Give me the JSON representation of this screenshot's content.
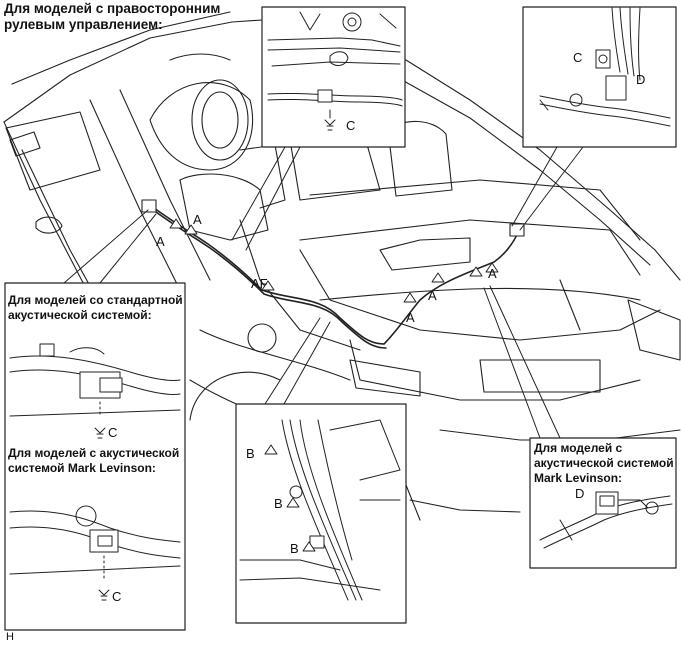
{
  "title_line1": "Для моделей с правосторонним",
  "title_line2": "рулевым управлением:",
  "standard_line1": "Для моделей со стандартной",
  "standard_line2": "акустической системой:",
  "levinson_left_line1": "Для моделей с акустической",
  "levinson_left_line2": "системой Mark Levinson:",
  "levinson_right_line1": "Для моделей с",
  "levinson_right_line2": "акустической системой",
  "levinson_right_line3": "Mark Levinson:",
  "label_a": "A",
  "label_af": "AF",
  "label_b": "B",
  "label_c": "C",
  "label_d": "D",
  "figure_code": "H"
}
